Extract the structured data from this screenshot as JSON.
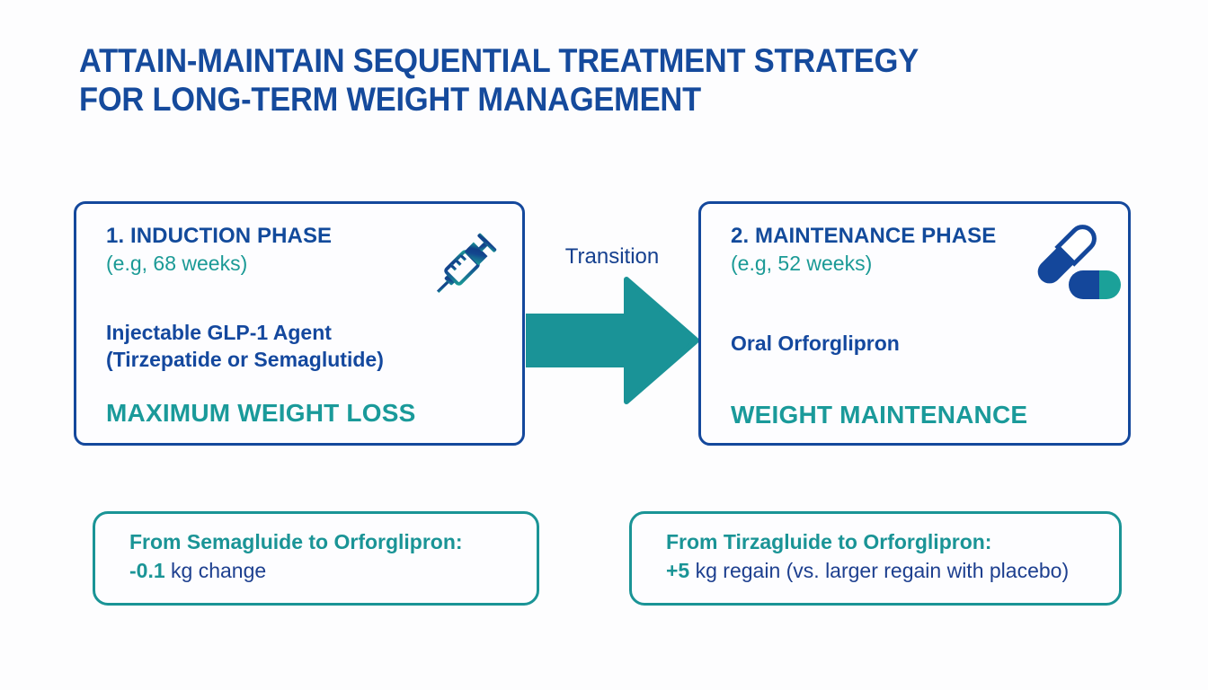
{
  "title": {
    "line1": "ATTAIN-MAINTAIN SEQUENTIAL TREATMENT STRATEGY",
    "line2": "FOR LONG-TERM WEIGHT MANAGEMENT"
  },
  "phases": [
    {
      "heading": "1. INDUCTION PHASE",
      "duration": "(e.g, 68 weeks)",
      "drug_line1": "Injectable GLP-1 Agent",
      "drug_line2": "(Tirzepatide or Semaglutide)",
      "outcome": "MAXIMUM WEIGHT LOSS",
      "icon": "syringe-icon"
    },
    {
      "heading": "2. MAINTENANCE PHASE",
      "duration": "(e.g, 52 weeks)",
      "drug_line1": "Oral Orforglipron",
      "drug_line2": "",
      "outcome": "WEIGHT MAINTENANCE",
      "icon": "capsule-icon"
    }
  ],
  "transition": {
    "label": "Transition",
    "arrow": "right-arrow-icon"
  },
  "results": [
    {
      "title": "From Semagluide to Orforglipron:",
      "value": "-0.1",
      "detail": " kg change"
    },
    {
      "title": "From Tirzagluide to Orforglipron:",
      "value": "+5",
      "detail": " kg regain (vs. larger regain with placebo)"
    }
  ],
  "colors": {
    "navy": "#14489c",
    "teal": "#1a9496",
    "title_blue": "#154a9c",
    "background": "#fdfdfe"
  }
}
